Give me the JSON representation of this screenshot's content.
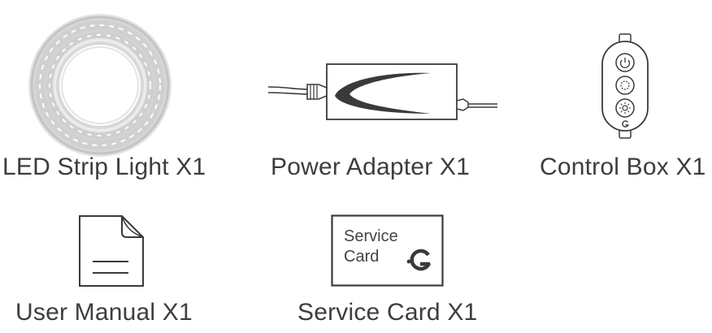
{
  "items": [
    {
      "label": "LED Strip Light X1",
      "icon": "led-strip-reel-icon"
    },
    {
      "label": "Power Adapter  X1",
      "icon": "power-adapter-icon"
    },
    {
      "label": "Control Box X1",
      "icon": "control-box-icon"
    },
    {
      "label": "User Manual  X1",
      "icon": "user-manual-icon"
    },
    {
      "label": "Service Card  X1",
      "icon": "service-card-icon"
    }
  ],
  "service_card": {
    "line1": "Service",
    "line2": "Card"
  },
  "colors": {
    "line": "#3a3a3a",
    "text": "#3d3d3d",
    "reel": "#d4d4d4"
  }
}
